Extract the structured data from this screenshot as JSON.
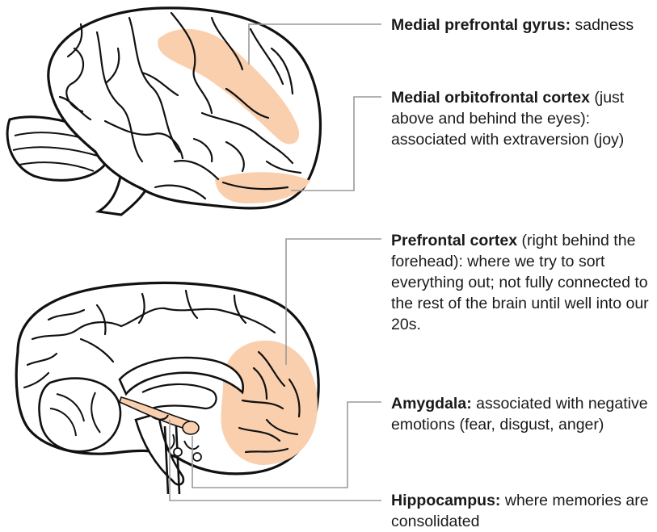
{
  "colors": {
    "highlight": "#f9cfae",
    "outline": "#111111",
    "leader": "#9a9a9a",
    "text": "#1a1a1a"
  },
  "callouts": [
    {
      "term": "Medial prefrontal gyrus:",
      "desc": " sadness"
    },
    {
      "term": "Medial orbitofrontal cortex",
      "desc": " (just above and behind the eyes): associated with extraversion (joy)"
    },
    {
      "term": "Prefrontal cortex",
      "desc": " (right behind the forehead): where we try to sort everything out; not fully connected to the rest of the brain until well into our 20s."
    },
    {
      "term": "Amygdala:",
      "desc": " associated with negative emotions (fear, disgust, anger)"
    },
    {
      "term": "Hippocampus:",
      "desc": " where memories are consolidated"
    }
  ]
}
